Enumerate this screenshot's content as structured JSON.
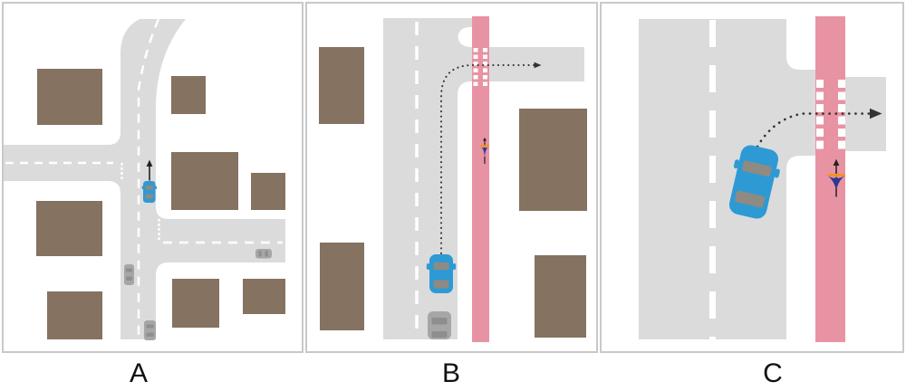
{
  "figure": {
    "panels": [
      {
        "id": "A",
        "label": "A",
        "scene": "city-intersection-overview"
      },
      {
        "id": "B",
        "label": "B",
        "scene": "right-turn-across-bike-lane-mid-zoom"
      },
      {
        "id": "C",
        "label": "C",
        "scene": "right-turn-across-bike-lane-close-up"
      }
    ]
  },
  "colors": {
    "road": "#dbdbdb",
    "building": "#857261",
    "bike_lane": "#e893a3",
    "ego_car": "#2e9ad4",
    "car_window": "#8f8a82",
    "other_car": "#a6a6a6",
    "other_car_detail": "#8e8e8e",
    "trajectory": "#333333",
    "cyclist_body": "#2b3a8f",
    "cyclist_accent": "#f6921e",
    "lane_marking": "#ffffff",
    "panel_border": "#c7c9cb",
    "label_text": "#111111"
  }
}
